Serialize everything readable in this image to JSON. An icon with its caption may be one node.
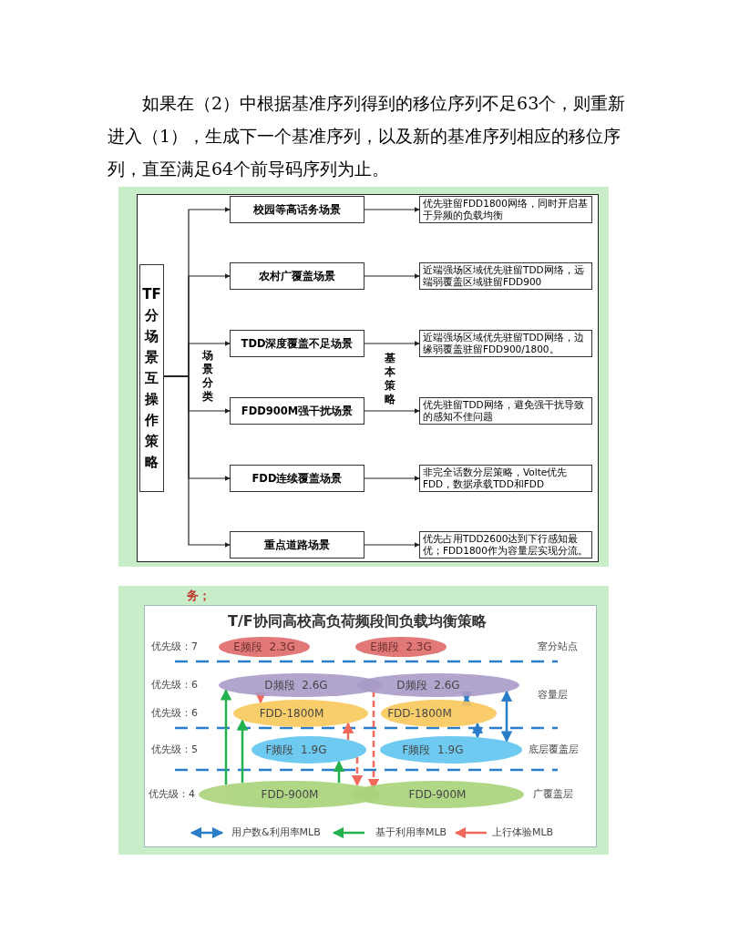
{
  "diagram": {
    "nodes": [
      {
        "text": [
          "TF分场景互操作策略"
        ]
      },
      {
        "text": [
          "校园等高话务场景"
        ]
      },
      {
        "text": [
          "农村广覆盖场景"
        ]
      },
      {
        "text": [
          "TDD深度覆盖不足场景"
        ]
      },
      {
        "text": [
          "FDD900M强干扰场景"
        ]
      },
      {
        "text": [
          "FDD连续覆盖场景"
        ]
      },
      {
        "text": [
          "重点道路场景"
        ]
      },
      {
        "text": [
          "优先驻留FDD1800网络，同时开启基于异频的负载均衡"
        ]
      },
      {
        "text": [
          "近端强场区域优先驻留TDD网络，远端弱覆盖区域驻留FDD900"
        ]
      },
      {
        "text": [
          "近端强场区域优先驻留TDD网络，边缘弱覆盖驻留FDD900/1800。"
        ]
      },
      {
        "text": [
          "优先驻留TDD网络，避免强干扰导致的感知不佳问题"
        ]
      },
      {
        "text": [
          "非完全话数分层策略，Volte优先FDD，数据承载TDD和FDD"
        ]
      },
      {
        "text": [
          "优先占用TDD2600达到下行感知最优；FDD1800作为容量层实现分流。"
        ]
      },
      {
        "text": [
          "E频段  2.3G"
        ]
      },
      {
        "text": [
          "E频段  2.3G"
        ]
      },
      {
        "text": [
          "D频段  2.6G"
        ]
      },
      {
        "text": [
          "D频段  2.6G"
        ]
      },
      {
        "text": [
          "FDD-1800M"
        ]
      },
      {
        "text": [
          "FDD-1800M"
        ]
      },
      {
        "text": [
          "F频段  1.9G"
        ]
      },
      {
        "text": [
          "F频段  1.9G"
        ]
      },
      {
        "text": [
          "FDD-900M"
        ]
      },
      {
        "text": [
          "FDD-900M"
        ]
      }
    ],
    "edges": [
      {
        "from": 0,
        "to": 1,
        "arrow": "to"
      },
      {
        "from": 0,
        "to": 2,
        "arrow": "to"
      },
      {
        "from": 0,
        "to": 3,
        "arrow": "to"
      },
      {
        "from": 0,
        "to": 4,
        "arrow": "to"
      },
      {
        "from": 0,
        "to": 5,
        "arrow": "to"
      },
      {
        "from": 0,
        "to": 6,
        "arrow": "to"
      },
      {
        "from": 1,
        "to": 7,
        "arrow": "to"
      },
      {
        "from": 2,
        "to": 8,
        "arrow": "to"
      },
      {
        "from": 3,
        "to": 9,
        "arrow": "to"
      },
      {
        "from": 4,
        "to": 10,
        "arrow": "to"
      },
      {
        "from": 5,
        "to": 11,
        "arrow": "to"
      },
      {
        "from": 6,
        "to": 12,
        "arrow": "to"
      },
      {
        "from": 21,
        "to": 15,
        "arrow": "to",
        "color": "#22b14c"
      },
      {
        "from": 21,
        "to": 17,
        "arrow": "to",
        "color": "#22b14c"
      },
      {
        "from": 21,
        "to": 19,
        "arrow": "to",
        "color": "#22b14c"
      },
      {
        "from": 19,
        "to": 21,
        "arrow": "to",
        "style": "dashed",
        "color": "#f0695a"
      },
      {
        "from": 15,
        "to": 17,
        "arrow": "to",
        "color": "#f0695a"
      },
      {
        "from": 19,
        "to": 17,
        "arrow": "to",
        "color": "#f0695a"
      },
      {
        "from": 15,
        "to": 21,
        "arrow": "to",
        "style": "dashed",
        "color": "#f0695a"
      },
      {
        "from": 16,
        "to": 18,
        "arrow": "both",
        "color": "#2a7dc8"
      },
      {
        "from": 18,
        "to": 20,
        "arrow": "both",
        "color": "#2a7dc8"
      },
      {
        "from": 16,
        "to": 20,
        "arrow": "both",
        "color": "#2a7dc8"
      }
    ],
    "labels": [
      "如果在（2）中根据基准序列得到的移位序列不足63个，则重新进入（1），生成下一个基准序列，以及新的基准序列相应的移位序列，直至满足64个前导码序列为止。",
      "场景分类",
      "基本策略",
      "务；",
      "T/F协同高校高负荷频段间负载均衡策略",
      "优先级：7",
      "室分站点",
      "优先级：6",
      "容量层",
      "优先级：6",
      "优先级：5",
      "底层覆盖层",
      "优先级：4",
      "广覆盖层"
    ],
    "legend": [
      {
        "text": "用户数&利用率MLB"
      },
      {
        "text": "基于利用率MLB"
      },
      {
        "text": "上行体验MLB"
      }
    ]
  }
}
